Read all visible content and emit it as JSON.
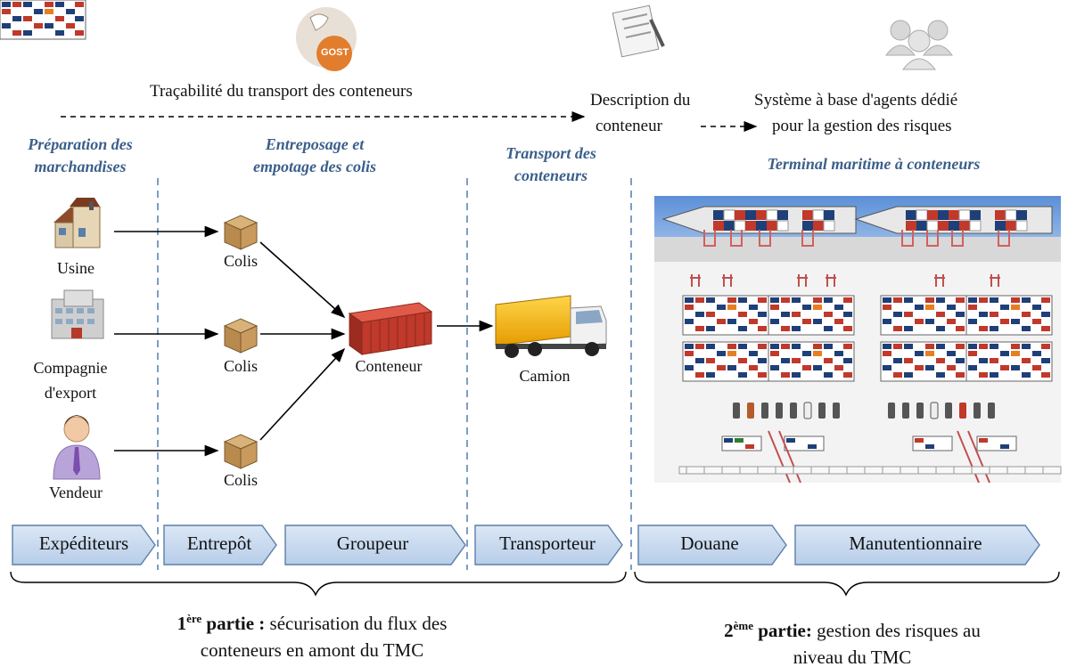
{
  "header": {
    "gost_logo_text": "GOST",
    "tracabilite": "Traçabilité du transport des conteneurs",
    "description_line1": "Description du",
    "description_line2": "conteneur",
    "systeme_line1": "Système à base d'agents dédié",
    "systeme_line2": "pour la gestion des risques"
  },
  "phases": {
    "preparation_line1": "Préparation des",
    "preparation_line2": "marchandises",
    "entreposage_line1": "Entreposage et",
    "entreposage_line2": "empotage des colis",
    "transport_line1": "Transport des",
    "transport_line2": "conteneurs",
    "terminal": "Terminal maritime à conteneurs"
  },
  "actors": {
    "usine": "Usine",
    "compagnie_line1": "Compagnie",
    "compagnie_line2": "d'export",
    "vendeur": "Vendeur",
    "colis1": "Colis",
    "colis2": "Colis",
    "colis3": "Colis",
    "conteneur": "Conteneur",
    "camion": "Camion"
  },
  "chevrons": [
    "Expéditeurs",
    "Entrepôt",
    "Groupeur",
    "Transporteur",
    "Douane",
    "Manutentionnaire"
  ],
  "bottom": {
    "part1_ordinal": "1",
    "part1_sup": "ère",
    "part1_bold": " partie :",
    "part1_rest_line1": " sécurisation du flux des",
    "part1_line2": "conteneurs en amont du TMC",
    "part2_ordinal": "2",
    "part2_sup": "ème",
    "part2_bold": " partie:",
    "part2_rest_line1": " gestion des risques au",
    "part2_line2": "niveau du TMC"
  },
  "colors": {
    "phase_text": "#3b5f8a",
    "chevron_fill": "#c5d7ee",
    "chevron_stroke": "#5b7fa8",
    "separator": "#5b85b8",
    "container_red": "#c0392b",
    "truck_yellow": "#f2b80f"
  }
}
